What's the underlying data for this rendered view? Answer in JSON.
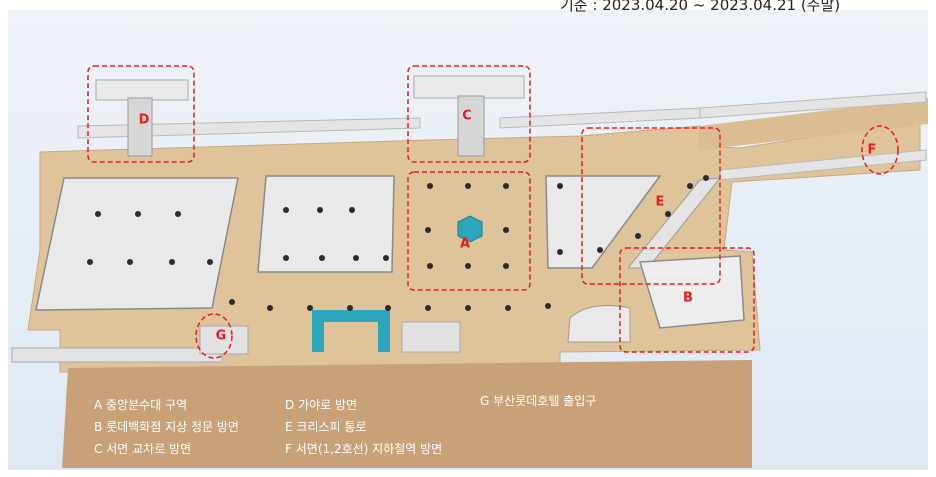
{
  "header_caption": "기준 : 2023.04.20 ~ 2023.04.21 (주말)",
  "zones": [
    {
      "id": "A",
      "description": "중앙분수대 구역"
    },
    {
      "id": "B",
      "description": "롯데백화점 지상 정문 방면"
    },
    {
      "id": "C",
      "description": "서면 교차로 방면"
    },
    {
      "id": "D",
      "description": "가야로 방면"
    },
    {
      "id": "E",
      "description": "크리스피 통로"
    },
    {
      "id": "F",
      "description": "서면(1,2호선) 지하철역 방면"
    },
    {
      "id": "G",
      "description": "부산롯데호텔 출입구"
    }
  ],
  "colors": {
    "floor": "#dfc39a",
    "plaza": "#c9a179",
    "zone_marker": "#e51d1d",
    "wall": "#d9d9d9",
    "fountain": "#2ca6bd"
  }
}
